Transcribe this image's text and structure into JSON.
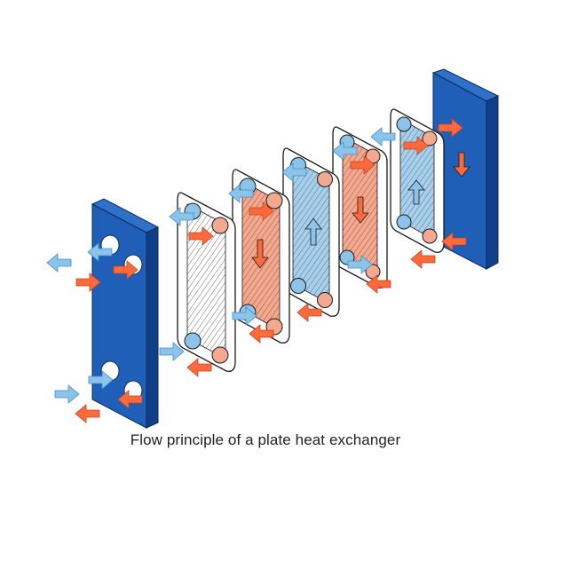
{
  "caption": "Flow principle of a plate heat exchanger",
  "colors": {
    "frame_blue": "#1f5fb8",
    "frame_blue_dark": "#113f87",
    "cold_fluid": "#8cc3e8",
    "cold_fluid_dark": "#3d8fcf",
    "hot_fluid": "#ff6a3d",
    "hot_plate": "#f2a98f",
    "cold_plate": "#9ec9e8",
    "neutral_plate": "#ffffff",
    "outline": "#1a1a1a"
  },
  "components": {
    "front_frame": "fixed-frame-plate",
    "rear_frame": "pressure-plate",
    "plates": [
      {
        "fluid": "none"
      },
      {
        "fluid": "hot"
      },
      {
        "fluid": "cold"
      },
      {
        "fluid": "hot"
      },
      {
        "fluid": "cold"
      }
    ]
  }
}
